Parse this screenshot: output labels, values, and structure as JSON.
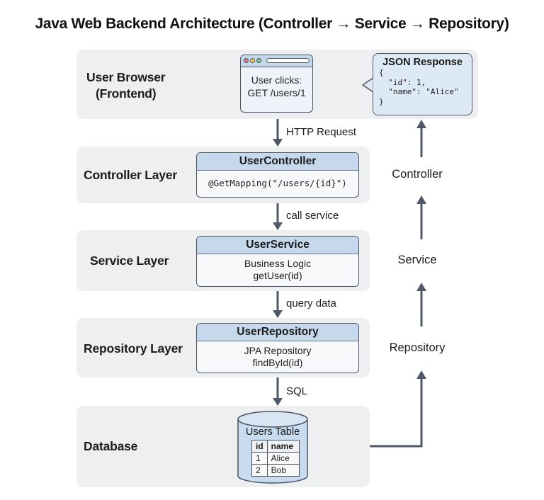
{
  "title": "Java Web Backend Architecture (Controller → Service → Repository)",
  "colors": {
    "panel": "#eeeff1",
    "card_header": "#c6d8ec",
    "card_border": "#4e5560",
    "arrow": "#4e5866",
    "json_bg": "#dde9f5",
    "db_fill": "#c9dbee"
  },
  "layers": {
    "browser": {
      "label_line1": "User Browser",
      "label_line2": "(Frontend)",
      "window_icon": "browser-window-icon",
      "window_line1": "User clicks:",
      "window_line2": "GET /users/1",
      "json": {
        "title": "JSON Response",
        "code": "{\n  \"id\": 1,\n  \"name\": \"Alice\"\n}"
      }
    },
    "controller": {
      "label": "Controller Layer",
      "card_title": "UserController",
      "card_line1": "@GetMapping(\"/users/{id}\")"
    },
    "service": {
      "label": "Service Layer",
      "card_title": "UserService",
      "card_line1": "Business Logic",
      "card_line2": "getUser(id)"
    },
    "repository": {
      "label": "Repository Layer",
      "card_title": "UserRepository",
      "card_line1": "JPA Repository",
      "card_line2": "findById(id)"
    },
    "database": {
      "label": "Database",
      "icon": "database-cylinder-icon",
      "table_title": "Users Table",
      "columns": [
        "id",
        "name"
      ],
      "rows": [
        [
          "1",
          "Alice"
        ],
        [
          "2",
          "Bob"
        ]
      ]
    }
  },
  "down_arrows": [
    "HTTP Request",
    "call service",
    "query data",
    "SQL"
  ],
  "return_path": [
    "Repository",
    "Service",
    "Controller"
  ]
}
